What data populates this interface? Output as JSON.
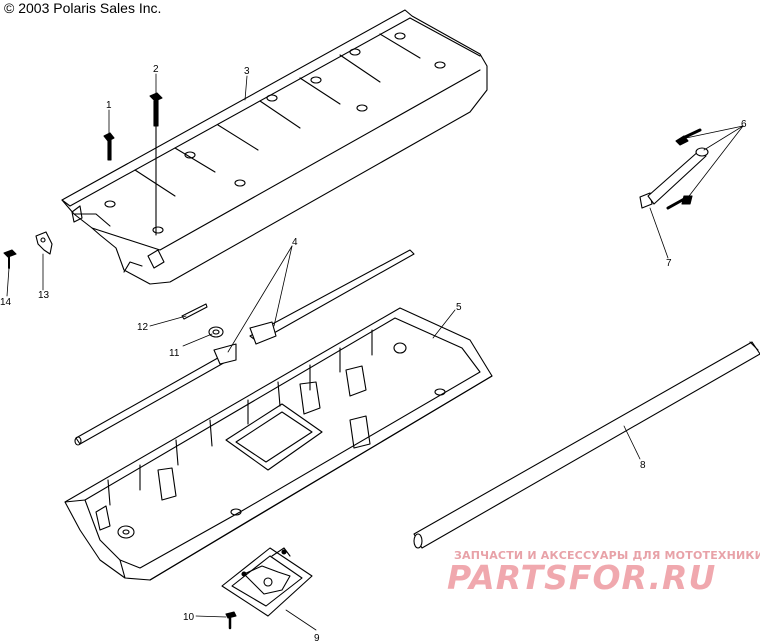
{
  "copyright": "© 2003 Polaris Sales Inc.",
  "watermark": {
    "tagline": "ЗАПЧАСТИ И АКСЕССУАРЫ ДЛЯ МОТОТЕХНИКИ",
    "logo": "PARTSFOR.RU"
  },
  "callouts": {
    "n1": "1",
    "n2": "2",
    "n3": "3",
    "n4": "4",
    "n5": "5",
    "n6": "6",
    "n7": "7",
    "n8": "8",
    "n9": "9",
    "n10": "10",
    "n11": "11",
    "n12": "12",
    "n13": "13",
    "n14": "14"
  }
}
